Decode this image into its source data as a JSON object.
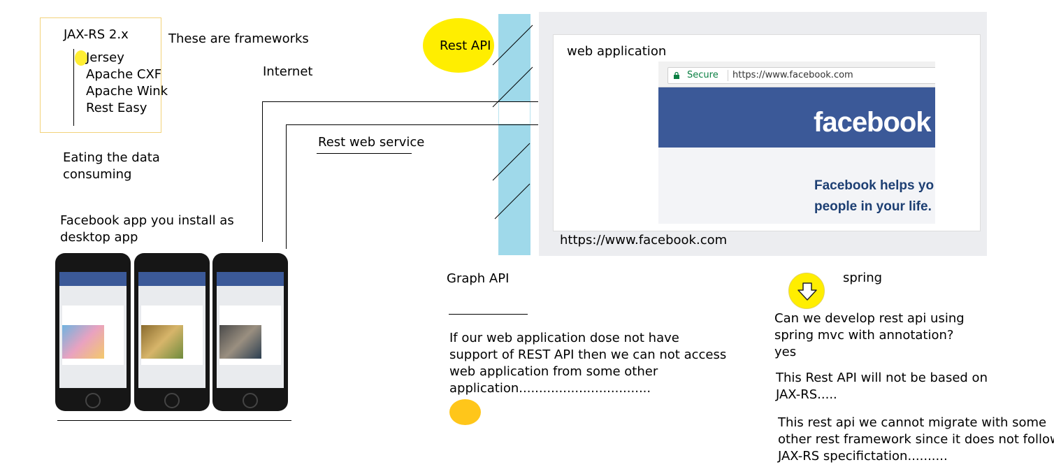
{
  "frameworks": {
    "heading": "JAX-RS 2.x",
    "items": [
      "Jersey",
      "Apache CXF",
      "Apache Wink",
      "Rest Easy"
    ],
    "note": "These are frameworks"
  },
  "labels": {
    "internet": "Internet",
    "rest_api": "Rest API",
    "rest_web_service": "Rest web service",
    "eating_line1": "Eating the data",
    "eating_line2": "consuming",
    "fb_app_line1": "Facebook app you install as",
    "fb_app_line2": "desktop app",
    "graph_api": "Graph API",
    "spring": "spring"
  },
  "web_app": {
    "caption": "web application",
    "url_caption": "https://www.facebook.com",
    "browser": {
      "secure": "Secure",
      "address": "https://www.facebook.com",
      "logo": "facebook",
      "tagline_line1": "Facebook helps yo",
      "tagline_line2": "people in your life."
    }
  },
  "notes": {
    "rest_support": [
      "If our web application dose not have",
      "support of REST API then we can not access",
      "web application from some other",
      "application................................."
    ],
    "spring_question": [
      "Can we develop rest api using",
      "spring mvc with annotation?",
      "yes"
    ],
    "not_jaxrs": [
      "This Rest API will not be based on",
      "JAX-RS....."
    ],
    "no_migrate": [
      "This rest api we cannot  migrate with some",
      "other rest framework since it does not follow",
      "JAX-RS specifictation.........."
    ]
  },
  "colors": {
    "highlight_yellow": "#ffee00",
    "orange_dot": "#ffc61a",
    "strip_blue": "#9fd9ea",
    "facebook_blue": "#3b5998",
    "box_border": "#f2d27a"
  },
  "icons": {
    "spring_marker": "down-arrow-icon",
    "secure": "lock-icon"
  }
}
